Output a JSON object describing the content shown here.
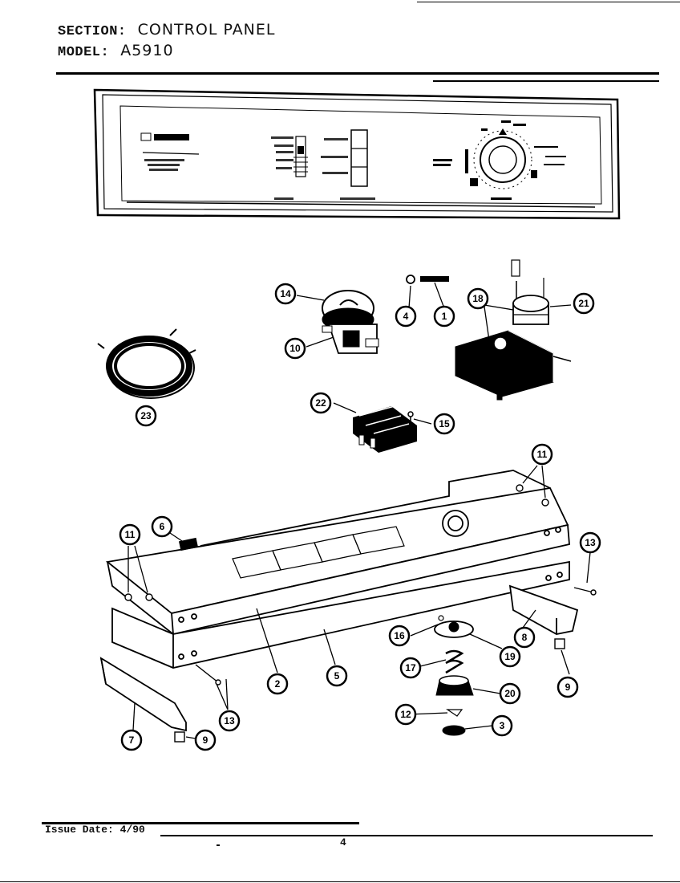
{
  "header": {
    "section_label": "SECTION:",
    "section_value": "CONTROL PANEL",
    "model_label": "MODEL:",
    "model_value": "A5910"
  },
  "footer": {
    "issue_date": "Issue Date: 4/90",
    "page_number": "4"
  },
  "callouts": [
    "14",
    "4",
    "1",
    "18",
    "21",
    "10",
    "23",
    "22",
    "15",
    "11",
    "6",
    "11",
    "13",
    "16",
    "19",
    "8",
    "17",
    "9",
    "2",
    "5",
    "20",
    "12",
    "3",
    "13",
    "7",
    "9"
  ]
}
